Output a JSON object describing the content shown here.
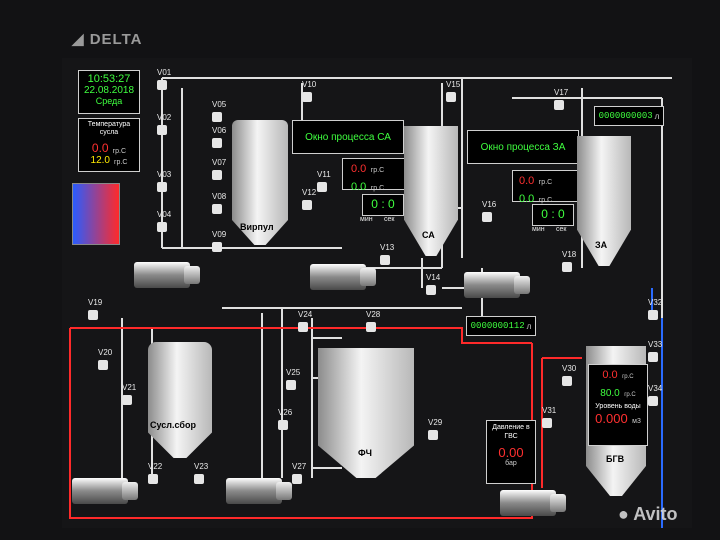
{
  "brand": "DELTA",
  "clock": {
    "time": "10:53:27",
    "date": "22.08.2018",
    "weekday": "Среда"
  },
  "wort_temp": {
    "title": "Температура сусла",
    "actual": "0.0",
    "setpoint": "12.0",
    "unit": "гр.С"
  },
  "window_sa": {
    "title": "Окно процесса СА",
    "temp1": "0.0",
    "temp2": "0.0",
    "unit": "гр.С",
    "min": "0",
    "sec": "0",
    "min_label": "мин",
    "sec_label": "сек"
  },
  "window_za": {
    "title": "Окно процесса ЗА",
    "temp1": "0.0",
    "temp2": "0.0",
    "unit": "гр.С",
    "min": "0",
    "sec": "0",
    "min_label": "мин",
    "sec_label": "сек"
  },
  "flow_meter_top": {
    "value": "0000000003",
    "unit": "л"
  },
  "flow_meter_mid": {
    "value": "0000000112",
    "unit": "л"
  },
  "vessels": {
    "whirlpool": "Вирпул",
    "sa": "СА",
    "za": "ЗА",
    "wort_collector": "Сусл.сбор",
    "fch": "ФЧ",
    "bgv": "БГВ"
  },
  "bgv": {
    "temp1": "0.0",
    "temp2": "80.0",
    "unit": "гр.С",
    "level_title": "Уровень воды",
    "level": "0.000",
    "level_unit": "м3"
  },
  "pressure": {
    "title": "Давление в ГВС",
    "value": "0.00",
    "unit": "бар"
  },
  "valves": [
    "V01",
    "V02",
    "V03",
    "V04",
    "V05",
    "V06",
    "V07",
    "V08",
    "V09",
    "V10",
    "V11",
    "V12",
    "V13",
    "V14",
    "V15",
    "V16",
    "V17",
    "V18",
    "V19",
    "V20",
    "V21",
    "V22",
    "V23",
    "V24",
    "V25",
    "V26",
    "V27",
    "V28",
    "V29",
    "V30",
    "V31",
    "V32",
    "V33",
    "V34"
  ],
  "watermark": "Avito"
}
